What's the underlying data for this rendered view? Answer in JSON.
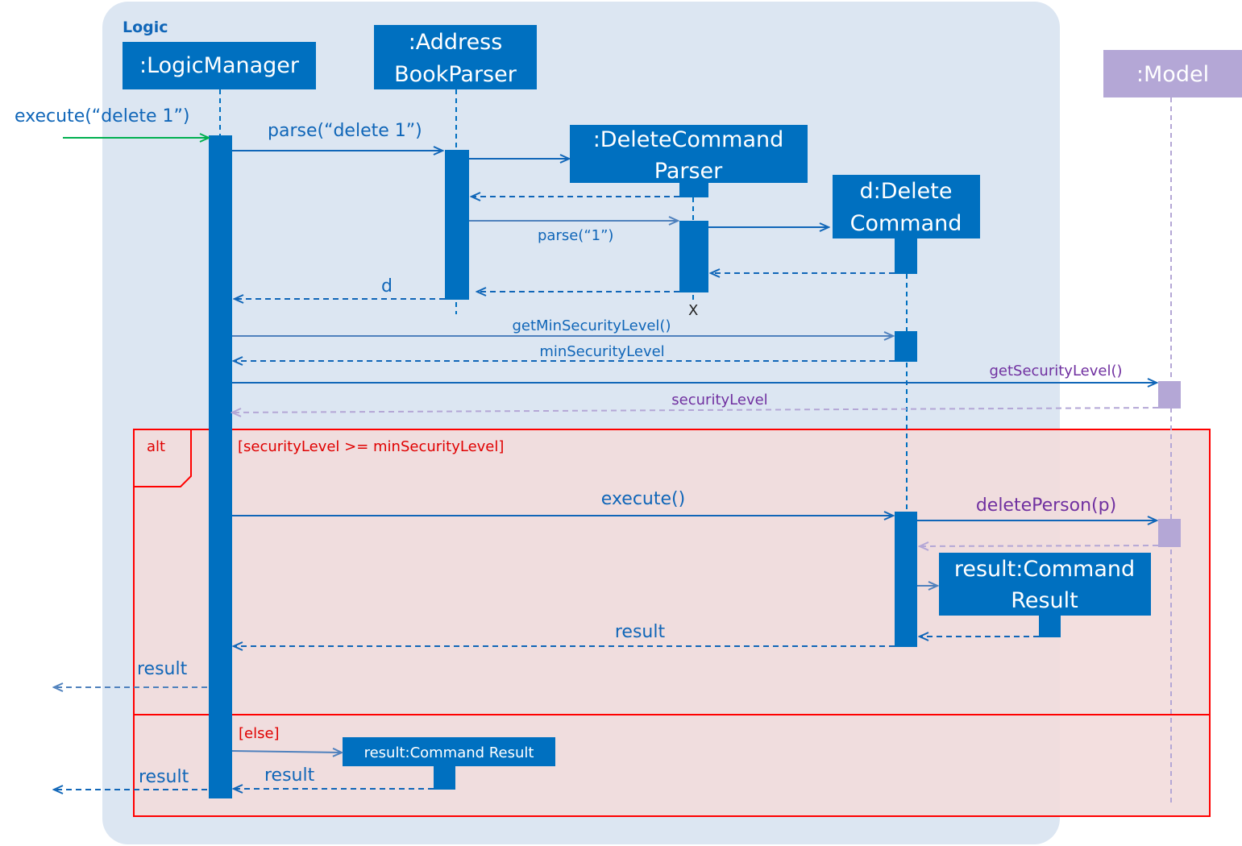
{
  "colors": {
    "participant": "#0070C0",
    "model": "#B4A7D6",
    "logic_bg": "#DCE6F2",
    "alt_bg": "#F2DCDB",
    "alt_border": "#FF0000",
    "arrow_blue": "#1066B8",
    "arrow_muted": "#4F81BD",
    "arrow_green": "#00B050",
    "arrow_purple": "#B4A7D6"
  },
  "frame": {
    "label": "Logic"
  },
  "participants": {
    "logic_manager": ":LogicManager",
    "parser_line1": ":Address",
    "parser_line2": "BookParser",
    "dcp_line1": ":DeleteCommand",
    "dcp_line2": "Parser",
    "cmd_line1": "d:Delete",
    "cmd_line2": "Command",
    "model": ":Model",
    "result_line1": "result:Command",
    "result_line2": "Result",
    "result_else": "result:Command Result"
  },
  "messages": {
    "execute_in": "execute(“delete 1”)",
    "parse_ab": "parse(“delete 1”)",
    "parse_dcp": "parse(“1”)",
    "return_d": "d",
    "destroy": "X",
    "get_min": "getMinSecurityLevel()",
    "ret_min": "minSecurityLevel",
    "get_sec": "getSecurityLevel()",
    "ret_sec": "securityLevel",
    "execute": "execute()",
    "delete_person": "deletePerson(p)",
    "ret_result_cmd": "result",
    "ret_result_out": "result",
    "ret_result_else": "result",
    "ret_result_else_out": "result"
  },
  "alt": {
    "label": "alt",
    "guard": "[securityLevel >= minSecurityLevel]",
    "else_guard": "[else]"
  }
}
